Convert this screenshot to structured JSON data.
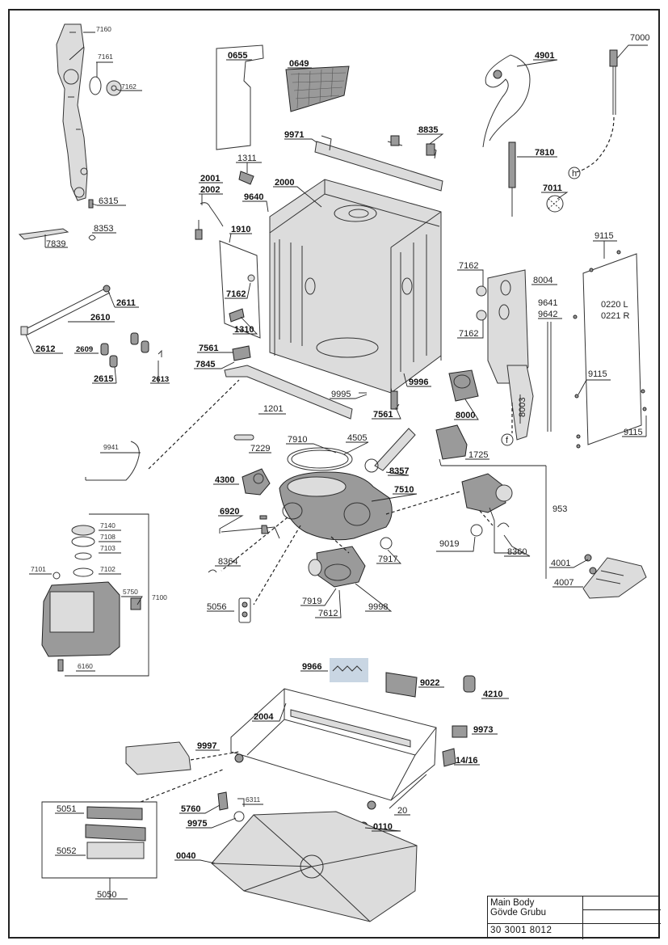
{
  "diagram": {
    "labels": {
      "l7160": "7160",
      "l7161": "7161",
      "l7162a": "7162",
      "l6315": "6315",
      "l8353": "8353",
      "l7839": "7839",
      "l2611": "2611",
      "l2610": "2610",
      "l2612": "2612",
      "l2609": "2609",
      "l2615": "2615",
      "l2613": "2613",
      "l0655": "0655",
      "l0649": "0649",
      "l9971": "9971",
      "l8835": "8835",
      "l1311": "1311",
      "l2001": "2001",
      "l2002": "2002",
      "l2000": "2000",
      "l9640": "9640",
      "l1910": "1910",
      "l7162b": "7162",
      "l1310": "1310",
      "l7561a": "7561",
      "l7845": "7845",
      "l1201": "1201",
      "l9995": "9995",
      "l9996": "9996",
      "l7561b": "7561",
      "l4901": "4901",
      "l7000": "7000",
      "l7810": "7810",
      "l7011": "7011",
      "lh": "h",
      "l9115a": "9115",
      "l0220": "0220 L",
      "l0221": "0221 R",
      "l9115b": "9115",
      "l9115c": "9115",
      "l7162c": "7162",
      "l7162d": "7162",
      "l8004": "8004",
      "l9641": "9641",
      "l9642": "9642",
      "l8000": "8000",
      "l8003": "8003",
      "lf": "f",
      "l1725": "1725",
      "l9941": "9941",
      "l7229": "7229",
      "l7910": "7910",
      "l4505": "4505",
      "l8357": "8357",
      "l4300": "4300",
      "l7510": "7510",
      "l953": "953",
      "l6920": "6920",
      "l9019": "9019",
      "l8360": "8360",
      "l8364": "8364",
      "l7917": "7917",
      "l4001": "4001",
      "l4007": "4007",
      "l7919": "7919",
      "l9998": "9998",
      "l7612": "7612",
      "l5056": "5056",
      "l7140": "7140",
      "l7108": "7108",
      "l7103": "7103",
      "l7101": "7101",
      "l7102": "7102",
      "l5750": "5750",
      "l7100": "7100",
      "l6160": "6160",
      "l9966": "9966",
      "l9022": "9022",
      "l4210": "4210",
      "l2004": "2004",
      "l9973": "9973",
      "l9997": "9997",
      "l1416": "14/16",
      "l6311": "6311",
      "l5760": "5760",
      "l20": "20",
      "l5051": "5051",
      "l9975": "9975",
      "l0110": "0110",
      "l5052": "5052",
      "l0040": "0040",
      "l5050": "5050"
    }
  },
  "title_block": {
    "title_en": "Main Body",
    "title_tr": "Gövde Grubu",
    "code": "30 3001 8012"
  }
}
